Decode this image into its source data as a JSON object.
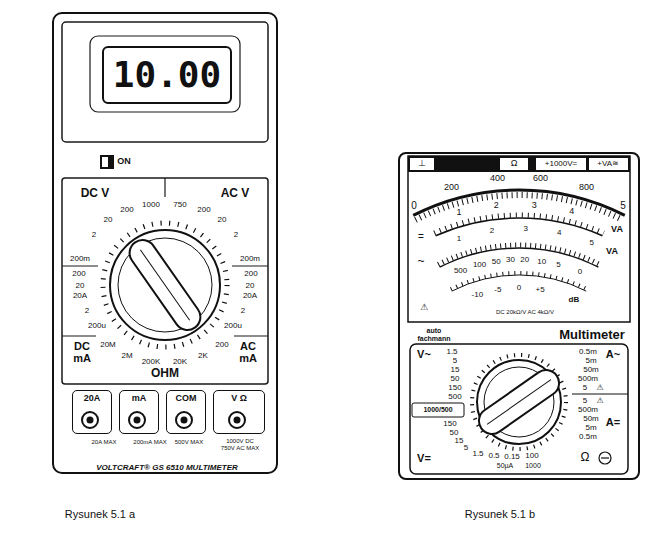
{
  "diagram": {
    "nodes": [
      {
        "text": [
          "VOLTCRAFT® GS 6510 MULTIMETER"
        ]
      },
      {
        "text": [
          "10.00"
        ],
        "in": 0
      },
      {
        "text": [
          "20A"
        ],
        "in": 0
      },
      {
        "text": [
          "mA"
        ],
        "in": 0
      },
      {
        "text": [
          "COM"
        ],
        "in": 0
      },
      {
        "text": [
          "V Ω"
        ],
        "in": 0
      },
      {
        "text": [
          "auto fachmann",
          "Multimeter"
        ]
      }
    ],
    "labels": [
      "ON",
      "DC V",
      "AC V",
      "1000",
      "200",
      "20",
      "2",
      "200m",
      "750",
      "200",
      "20",
      "2",
      "200m",
      "200",
      "20",
      "20A",
      "2",
      "200u",
      "DC mA",
      "200",
      "20",
      "20A",
      "2",
      "200u",
      "AC mA",
      "20M",
      "2M",
      "200K",
      "20K",
      "2K",
      "200",
      "OHM",
      "20A MAX",
      "200mA MAX",
      "500V MAX",
      "1000V DC 750V AC MAX",
      "⊥",
      "Ω",
      "+1000V=",
      "+VA≅",
      "0",
      "200",
      "400",
      "600",
      "800",
      "1",
      "2",
      "3",
      "4",
      "5",
      "VA",
      "1",
      "2",
      "3",
      "4",
      "5",
      "VA",
      "=",
      "~",
      "500",
      "100",
      "50",
      "30",
      "20",
      "10",
      "5",
      "0",
      "-10",
      "-5",
      "0",
      "+5",
      "dB",
      "⚠",
      "DC 20kΩ/V AC 4kΩ/V",
      "V~",
      "1.5",
      "5",
      "15",
      "50",
      "150",
      "500",
      "1000/500",
      "150",
      "50",
      "15",
      "5",
      "1.5",
      "0.5",
      "0.15",
      "100",
      "50µA",
      "1000",
      "V=",
      "A~",
      "0.5m",
      "5m",
      "50m",
      "500m",
      "5",
      "⚠",
      "5",
      "⚠",
      "500m",
      "50m",
      "5m",
      "0.5m",
      "A=",
      "Ω",
      "Rysunek 5.1 a",
      "Rysunek 5.1 b"
    ]
  }
}
